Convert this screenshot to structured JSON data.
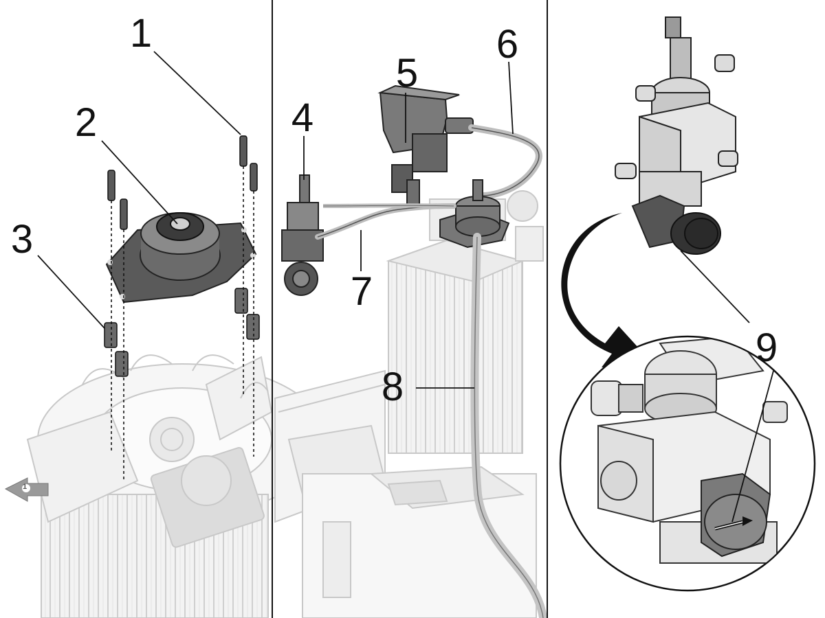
{
  "figure": {
    "panels": [
      "left",
      "middle",
      "right"
    ],
    "callouts": [
      {
        "label": "1"
      },
      {
        "label": "2"
      },
      {
        "label": "3"
      },
      {
        "label": "4"
      },
      {
        "label": "5"
      },
      {
        "label": "6"
      },
      {
        "label": "7"
      },
      {
        "label": "8"
      },
      {
        "label": "9"
      }
    ],
    "arrow_badge": "1",
    "colors": {
      "ink": "#111111",
      "ghost": "#c8c8c8",
      "part_dark": "#555555",
      "part_mid": "#8a8a8a",
      "part_light": "#d9d9d9"
    }
  }
}
